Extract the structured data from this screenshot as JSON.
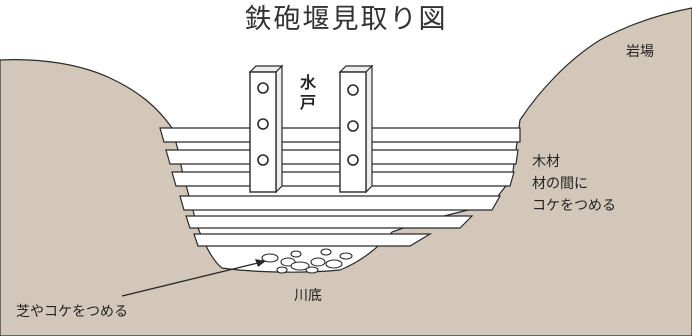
{
  "title": "鉄砲堰見取り図",
  "labels": {
    "rock": "岩場",
    "water_gate_line1": "水",
    "water_gate_line2": "戸",
    "timber": "木材",
    "between_line1": "材の間に",
    "between_line2": "コケをつめる",
    "grass_moss": "芝やコケをつめる",
    "riverbed": "川底"
  },
  "colors": {
    "ground": "#d3c7b9",
    "ground_stroke": "#2a2a2a",
    "timber": "#ffffff",
    "line": "#2a2a2a",
    "text": "#222222"
  },
  "icons": {
    "post_hole": "circle",
    "stone": "ellipse"
  }
}
